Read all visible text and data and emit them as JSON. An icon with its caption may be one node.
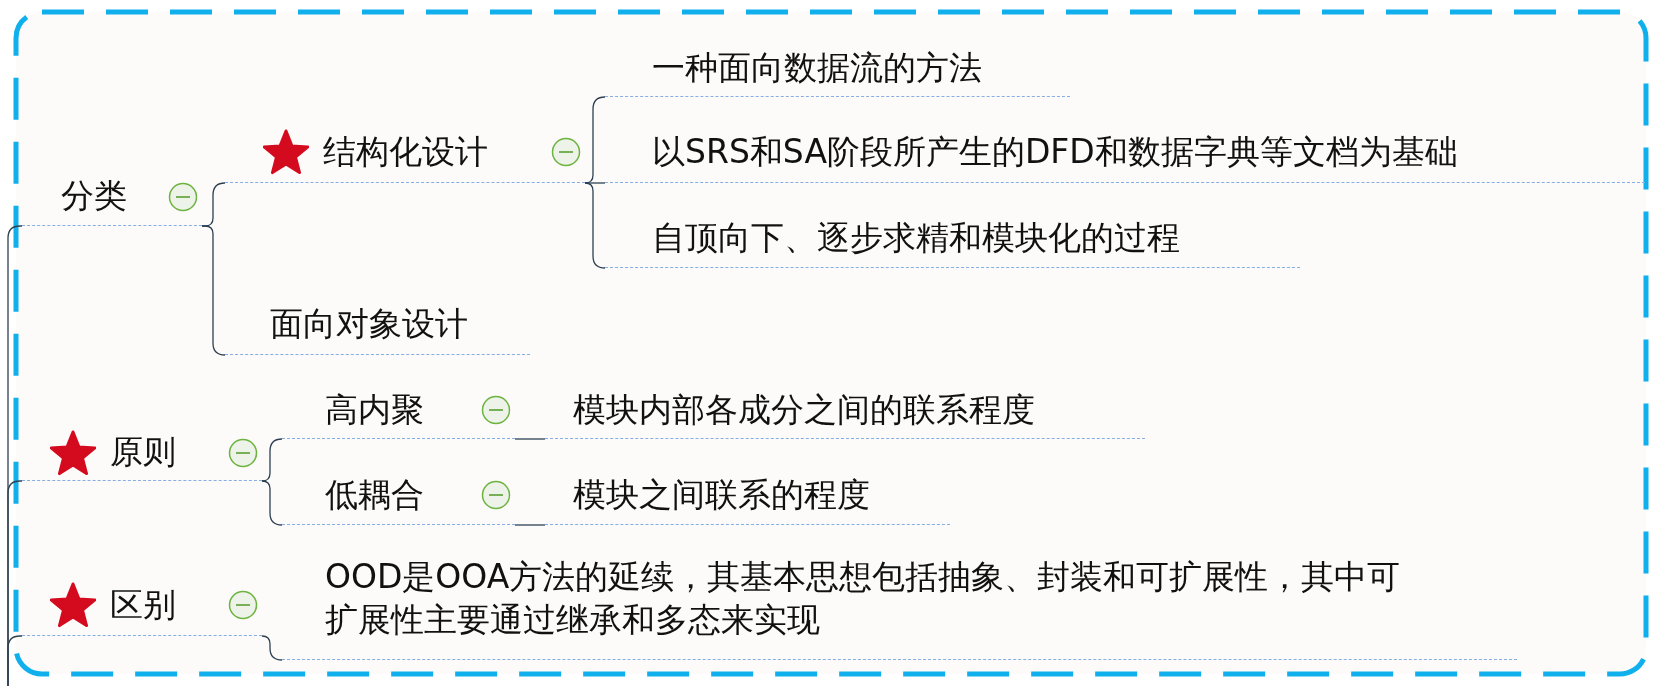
{
  "diagram": {
    "nodes": [
      {
        "text": [
          "分类"
        ]
      },
      {
        "text": [
          "结构化设计"
        ]
      },
      {
        "text": [
          "一种面向数据流的方法"
        ]
      },
      {
        "text": [
          "以SRS和SA阶段所产生的DFD和数据字典等文档为基础"
        ]
      },
      {
        "text": [
          "自顶向下、逐步求精和模块化的过程"
        ]
      },
      {
        "text": [
          "面向对象设计"
        ]
      },
      {
        "text": [
          "原则"
        ]
      },
      {
        "text": [
          "高内聚"
        ]
      },
      {
        "text": [
          "模块内部各成分之间的联系程度"
        ]
      },
      {
        "text": [
          "低耦合"
        ]
      },
      {
        "text": [
          "模块之间联系的程度"
        ]
      },
      {
        "text": [
          "区别"
        ]
      },
      {
        "text": [
          "OOD是OOA方法的延续，其基本思想包括抽象、封装和可扩展性，其中可扩展性主要通过继承和多态来实现"
        ]
      }
    ],
    "edges": [
      {
        "from": null,
        "to": 0,
        "arrow": "none"
      },
      {
        "from": null,
        "to": 6,
        "arrow": "none"
      },
      {
        "from": null,
        "to": 11,
        "arrow": "none"
      },
      {
        "from": 0,
        "to": 1,
        "arrow": "none"
      },
      {
        "from": 0,
        "to": 5,
        "arrow": "none"
      },
      {
        "from": 1,
        "to": 2,
        "arrow": "none"
      },
      {
        "from": 1,
        "to": 3,
        "arrow": "none"
      },
      {
        "from": 1,
        "to": 4,
        "arrow": "none"
      },
      {
        "from": 6,
        "to": 7,
        "arrow": "none"
      },
      {
        "from": 6,
        "to": 9,
        "arrow": "none"
      },
      {
        "from": 7,
        "to": 8,
        "arrow": "none"
      },
      {
        "from": 9,
        "to": 10,
        "arrow": "none"
      },
      {
        "from": 11,
        "to": 12,
        "arrow": "none"
      }
    ]
  }
}
